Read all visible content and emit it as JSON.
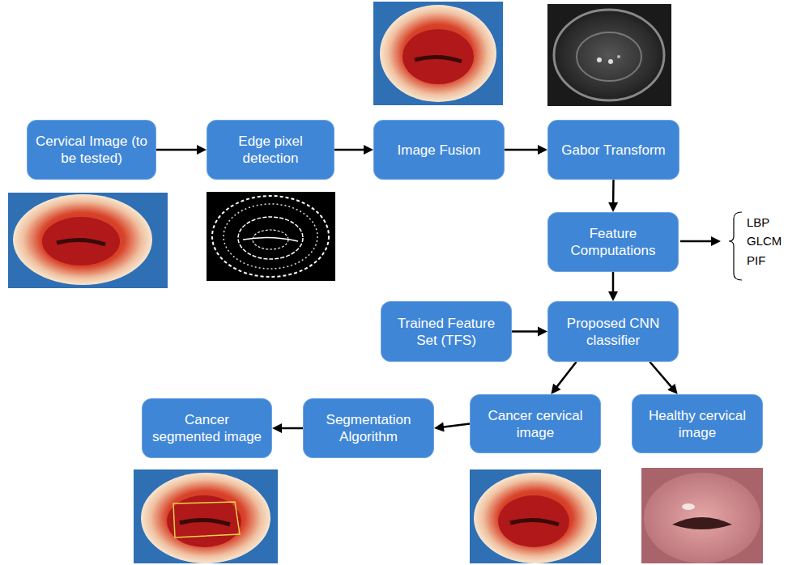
{
  "diagram": {
    "nodes": [
      {
        "text": [
          "Cervical Image (to be tested)"
        ]
      },
      {
        "text": [
          "Edge pixel detection"
        ]
      },
      {
        "text": [
          "Image Fusion"
        ]
      },
      {
        "text": [
          "Gabor Transform"
        ]
      },
      {
        "text": [
          "Feature Computations"
        ]
      },
      {
        "text": [
          "Trained Feature Set (TFS)"
        ]
      },
      {
        "text": [
          "Proposed CNN classifier"
        ]
      },
      {
        "text": [
          "Cancer segmented image"
        ]
      },
      {
        "text": [
          "Segmentation Algorithm"
        ]
      },
      {
        "text": [
          "Cancer cervical image"
        ]
      },
      {
        "text": [
          "Healthy cervical image"
        ]
      }
    ],
    "edges": [
      {
        "from": 0,
        "to": 1,
        "arrow": "to"
      },
      {
        "from": 1,
        "to": 2,
        "arrow": "to"
      },
      {
        "from": 2,
        "to": 3,
        "arrow": "to"
      },
      {
        "from": 3,
        "to": 4,
        "arrow": "to"
      },
      {
        "from": 4,
        "to": 6,
        "arrow": "to"
      },
      {
        "from": 5,
        "to": 6,
        "arrow": "to"
      },
      {
        "from": 6,
        "to": 9,
        "arrow": "to"
      },
      {
        "from": 6,
        "to": 10,
        "arrow": "to"
      },
      {
        "from": 9,
        "to": 8,
        "arrow": "to"
      },
      {
        "from": 8,
        "to": 7,
        "arrow": "to"
      }
    ],
    "labels": [
      "LBP",
      "GLCM",
      "PIF"
    ]
  }
}
